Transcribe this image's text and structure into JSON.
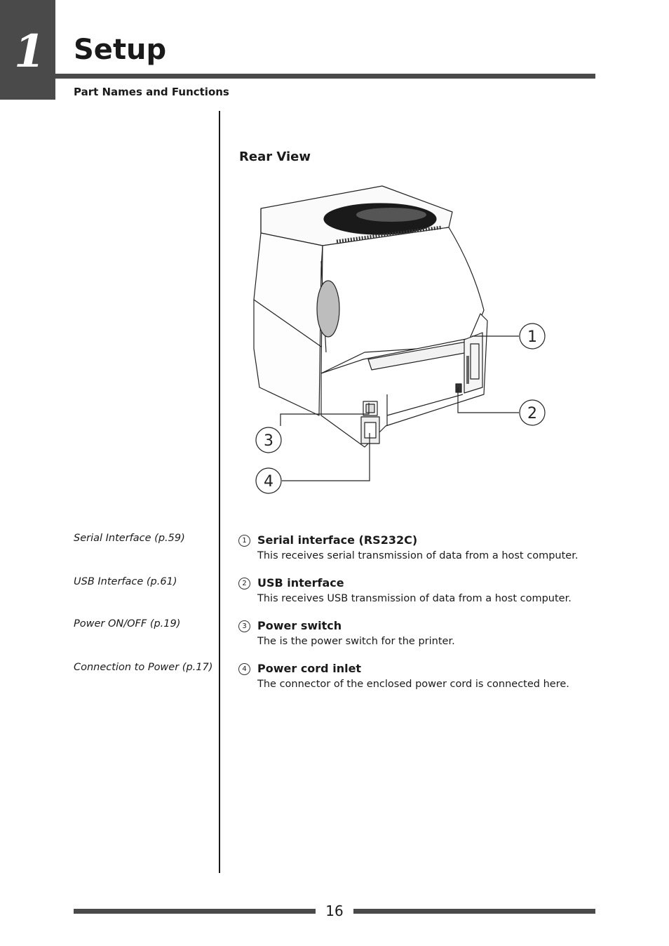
{
  "chapter": {
    "number": "1",
    "title": "Setup"
  },
  "section": "Part Names and Functions",
  "subheading": "Rear View",
  "callouts": [
    "1",
    "2",
    "3",
    "4"
  ],
  "references": [
    "Serial Interface (p.59)",
    "USB Interface (p.61)",
    "Power ON/OFF (p.19)",
    "Connection to Power (p.17)"
  ],
  "items": [
    {
      "num": "1",
      "name": "Serial interface (RS232C)",
      "desc": "This receives serial transmission of data from a host computer."
    },
    {
      "num": "2",
      "name": "USB interface",
      "desc": "This receives USB transmission of data from a host computer."
    },
    {
      "num": "3",
      "name": "Power switch",
      "desc": "The is the power switch for the printer."
    },
    {
      "num": "4",
      "name": "Power cord inlet",
      "desc": "The connector of the enclosed power cord is connected here."
    }
  ],
  "page_number": "16"
}
